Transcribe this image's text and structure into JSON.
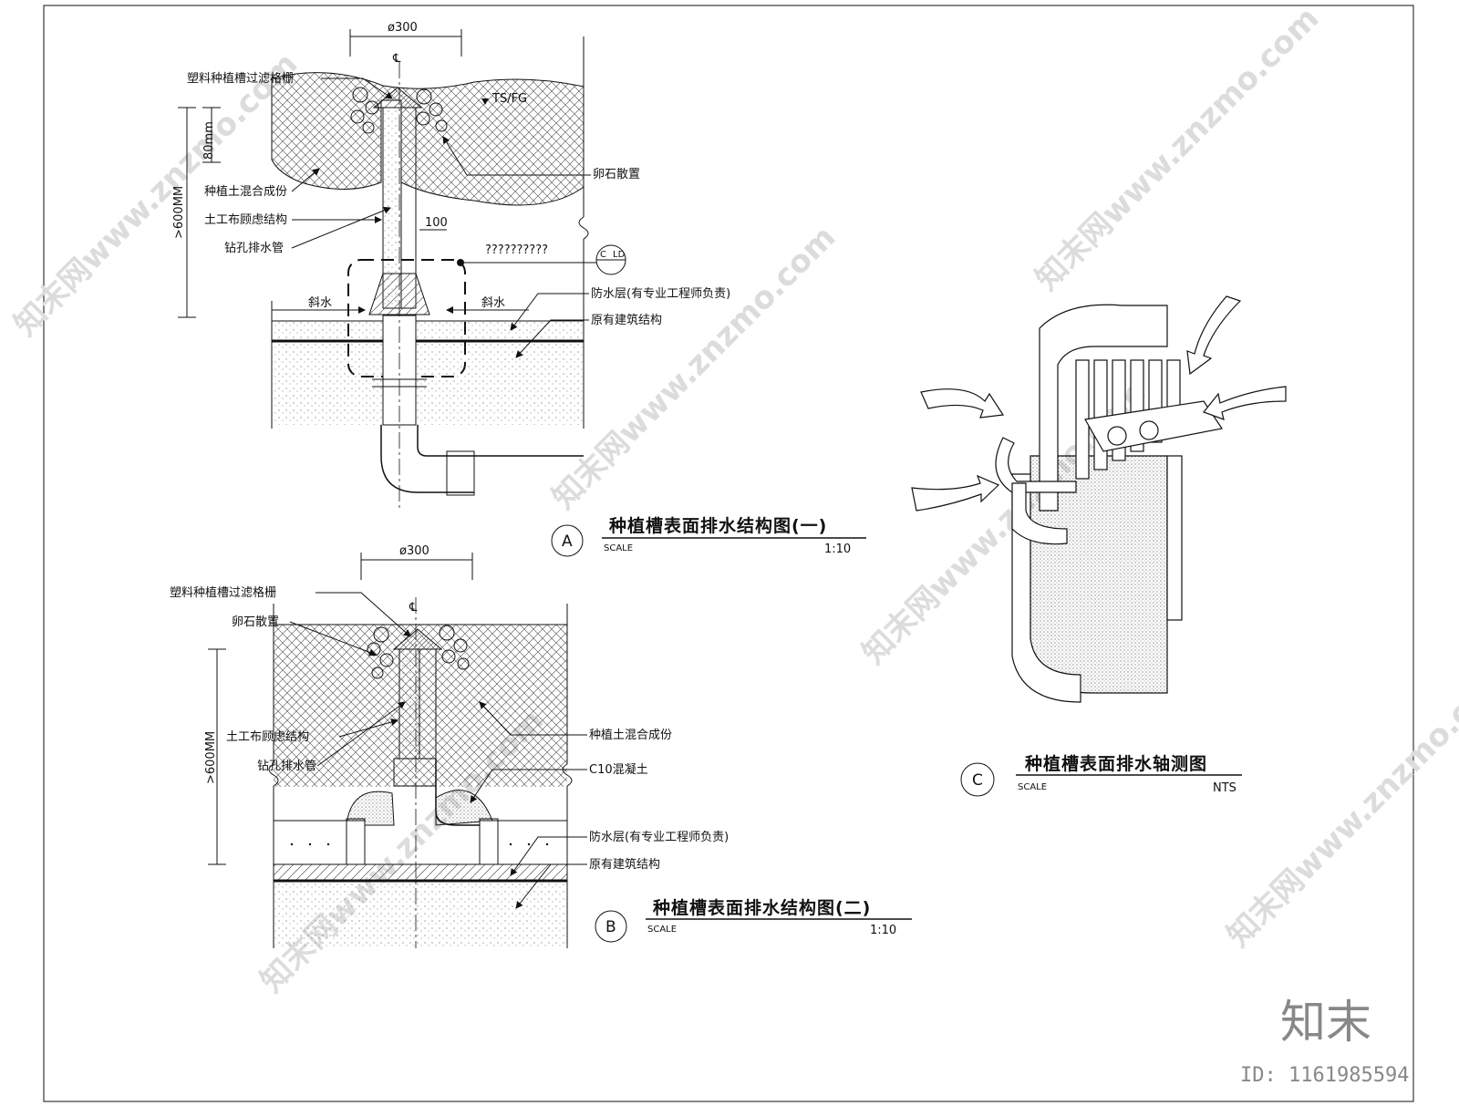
{
  "detail_a": {
    "dim_width": "ø300",
    "center_mark": "℄",
    "elev_mark": "TS/FG",
    "dim_80": "80mm",
    "dim_600": ">600MM",
    "dim_100": "100",
    "question": "??????????",
    "ref_c": "C",
    "ref_ld": "LD",
    "slope_left": "斜水",
    "slope_right": "斜水",
    "labels": {
      "grille": "塑料种植槽过滤格栅",
      "soil": "种植土混合成份",
      "geotextile": "土工布顾虑结构",
      "drain_pipe": "钻孔排水管",
      "pebbles": "卵石散置",
      "waterproof": "防水层(有专业工程师负责)",
      "structure": "原有建筑结构"
    },
    "marker": "A",
    "title": "种植槽表面排水结构图(一)",
    "scale_label": "SCALE",
    "scale_value": "1:10"
  },
  "detail_b": {
    "dim_width": "ø300",
    "center_mark": "℄",
    "dim_600": ">600MM",
    "labels": {
      "grille": "塑料种植槽过滤格栅",
      "pebbles": "卵石散置",
      "geotextile": "土工布顾虑结构",
      "drain_pipe": "钻孔排水管",
      "soil": "种植土混合成份",
      "concrete": "C10混凝土",
      "waterproof": "防水层(有专业工程师负责)",
      "structure": "原有建筑结构"
    },
    "marker": "B",
    "title": "种植槽表面排水结构图(二)",
    "scale_label": "SCALE",
    "scale_value": "1:10"
  },
  "detail_c": {
    "marker": "C",
    "title": "种植槽表面排水轴测图",
    "scale_label": "SCALE",
    "scale_value": "NTS"
  },
  "brand": {
    "logo": "知末",
    "id": "ID: 1161985594",
    "watermark": "知末网www.znzmo.com"
  }
}
